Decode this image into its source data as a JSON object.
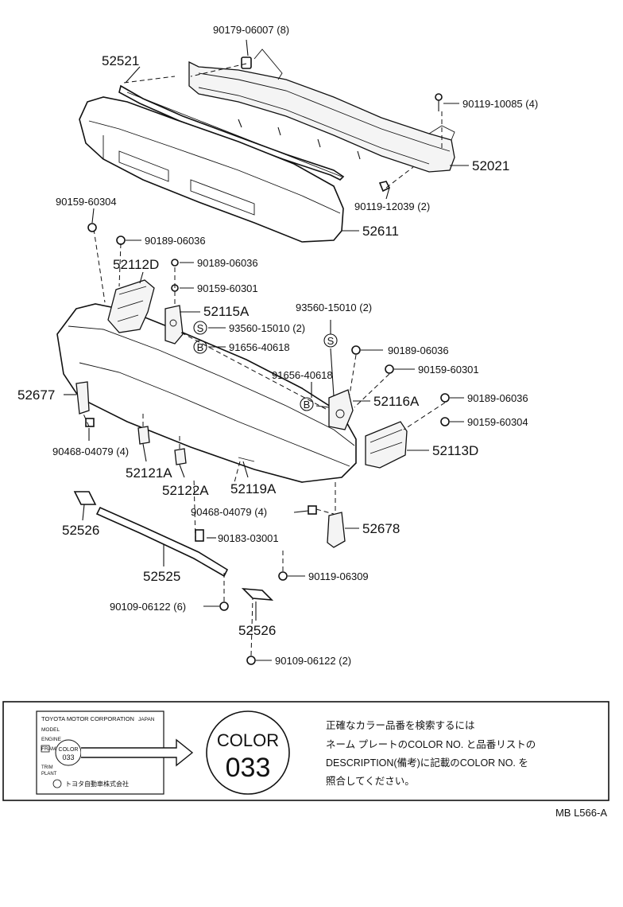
{
  "labels": {
    "p_90179_06007": "90179-06007 (8)",
    "p_52521": "52521",
    "p_90119_10085": "90119-10085 (4)",
    "p_52021": "52021",
    "p_90119_12039": "90119-12039 (2)",
    "p_90159_60304_a": "90159-60304",
    "p_90189_06036_a": "90189-06036",
    "p_52611": "52611",
    "p_52112D": "52112D",
    "p_90189_06036_b": "90189-06036",
    "p_90159_60301_a": "90159-60301",
    "p_52115A": "52115A",
    "p_93560_15010_a": "93560-15010 (2)",
    "p_91656_40618_a": "91656-40618",
    "p_93560_15010_b": "93560-15010 (2)",
    "p_90189_06036_c": "90189-06036",
    "p_90159_60301_b": "90159-60301",
    "p_91656_40618_b": "91656-40618",
    "p_52116A": "52116A",
    "p_90189_06036_d": "90189-06036",
    "p_90159_60304_b": "90159-60304",
    "p_52677": "52677",
    "p_52113D": "52113D",
    "p_90468_04079_a": "90468-04079 (4)",
    "p_52121A": "52121A",
    "p_52122A": "52122A",
    "p_52119A": "52119A",
    "p_90468_04079_b": "90468-04079 (4)",
    "p_52678": "52678",
    "p_52526_a": "52526",
    "p_90183_03001": "90183-03001",
    "p_52525": "52525",
    "p_90119_06309": "90119-06309",
    "p_90109_06122_a": "90109-06122 (6)",
    "p_52526_b": "52526",
    "p_90109_06122_b": "90109-06122 (2)"
  },
  "symbols": {
    "s": "S",
    "b": "B"
  },
  "color_box": {
    "plate": {
      "maker": "TOYOTA MOTOR CORPORATION",
      "country": "JAPAN",
      "model": "MODEL",
      "engine": "ENGINE",
      "frame": "FRAME",
      "color_word": "COLOR",
      "color_code": "033",
      "trim": "TRIM",
      "plant": "PLANT",
      "maker_jp": "トヨタ自動車株式会社"
    },
    "big_color_word": "COLOR",
    "big_color_code": "033",
    "note_lines": [
      "正確なカラー品番を検索するには",
      "ネーム プレートのCOLOR NO. と品番リストの",
      "DESCRIPTION(備考)に記載のCOLOR NO. を",
      "照合してください。"
    ]
  },
  "footer": {
    "ref": "MB L566-A"
  }
}
